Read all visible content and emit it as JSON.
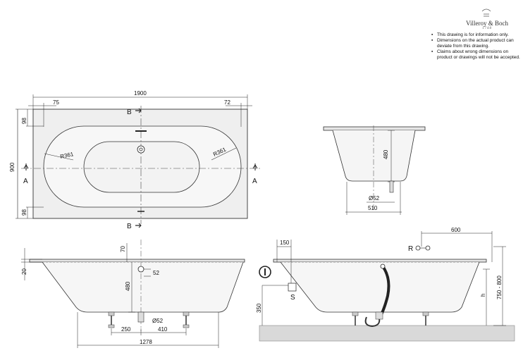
{
  "brand": {
    "name": "Villeroy & Boch",
    "year": "1748"
  },
  "notes": [
    "This drawing is for information only.",
    "Dimensions on the actual product can deviate from this drawing.",
    "Claims about wrong dimensions on product or drawings will not be accepted."
  ],
  "plan_view": {
    "overall_length": "1900",
    "rim_left": "75",
    "rim_right": "72",
    "overall_width": "900",
    "rim_top": "98",
    "rim_bottom": "98",
    "radius_left": "R361",
    "radius_right": "R361",
    "section_b_top": "B",
    "section_b_bottom": "B",
    "section_a_left": "A",
    "section_a_right": "A"
  },
  "side_section": {
    "depth": "480",
    "drain_diameter": "Ø52",
    "width": "510"
  },
  "long_section": {
    "rim_height": "20",
    "overflow_offset": "70",
    "overflow_diameter": "52",
    "depth": "480",
    "drain_diameter": "Ø52",
    "foot_left": "250",
    "foot_right": "410",
    "length": "1278"
  },
  "install_section": {
    "rim_offset": "150",
    "supply_offset": "600",
    "label_r": "R",
    "label_s": "S",
    "height_350": "350",
    "height_h": "h",
    "height_range": "750 - 800"
  }
}
